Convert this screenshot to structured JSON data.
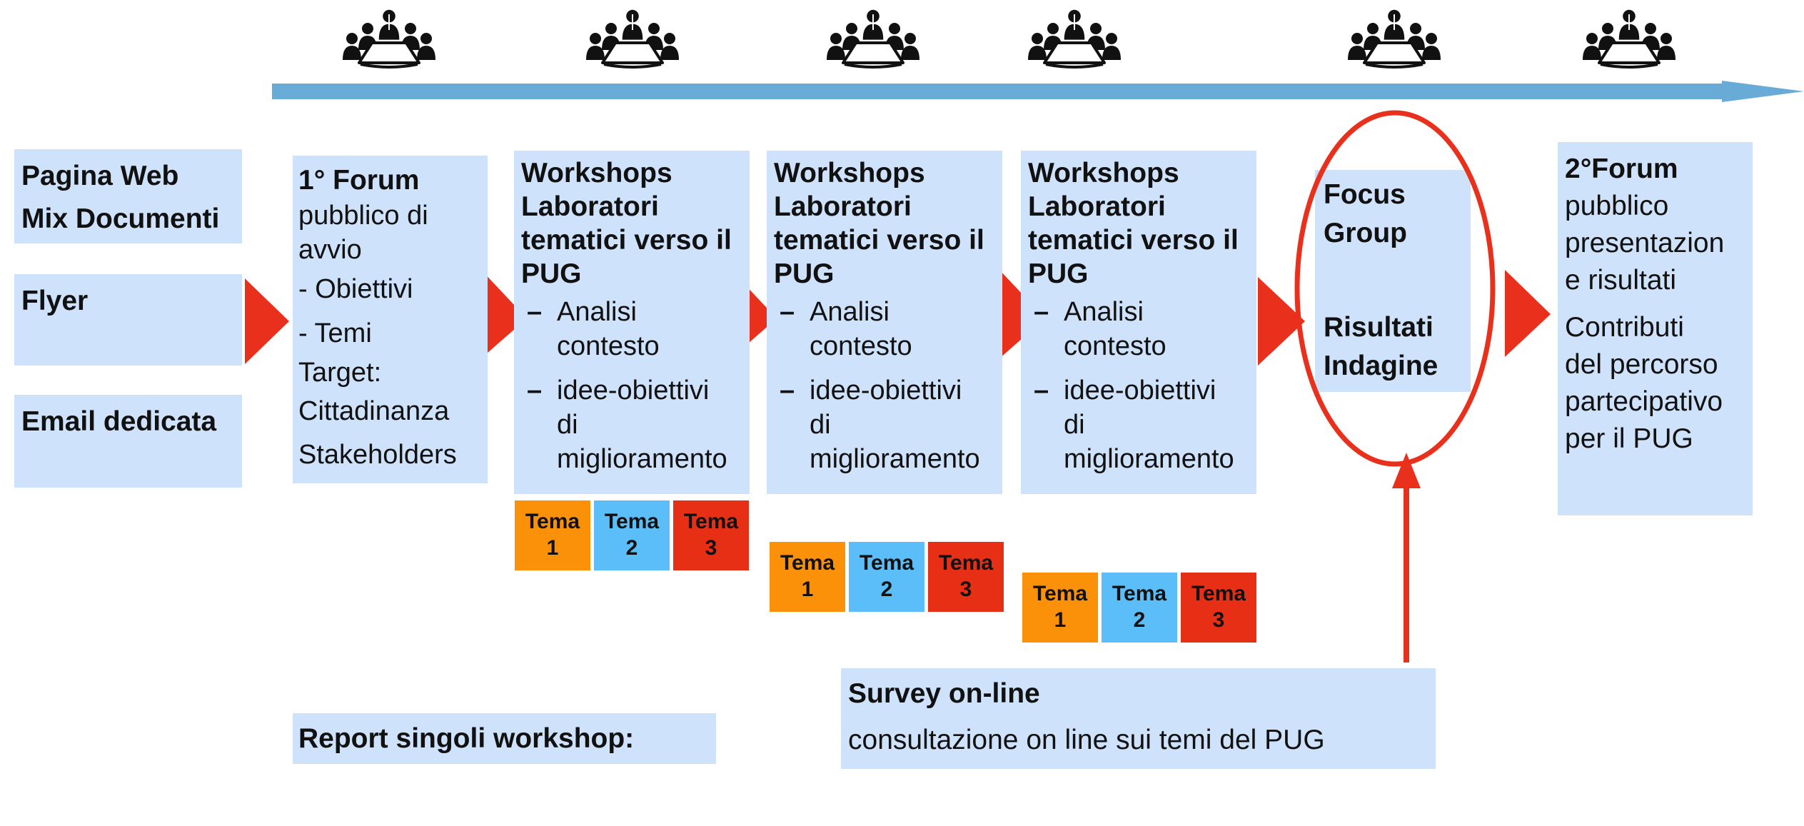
{
  "colors": {
    "box_fill": "#cfe2fb",
    "arrow_red": "#e9301c",
    "timeline_blue": "#68abd6",
    "tema_1": "#fb9009",
    "tema_2": "#5bbef8",
    "tema_3": "#e72f15"
  },
  "icons": [
    "meeting-table-icon",
    "meeting-table-icon",
    "meeting-table-icon",
    "meeting-table-icon",
    "meeting-table-icon",
    "meeting-table-icon"
  ],
  "channels": {
    "web": [
      "Pagina Web",
      "Mix Documenti"
    ],
    "flyer": "Flyer",
    "email": "Email dedicata"
  },
  "forum1": {
    "title": "1° Forum",
    "subtitle": [
      "pubblico di",
      "avvio"
    ],
    "items": [
      "- Obiettivi",
      "- Temi"
    ],
    "target_label": "Target:",
    "targets": [
      "Cittadinanza",
      "Stakeholders"
    ]
  },
  "workshop": {
    "title": [
      "Workshops",
      "Laboratori",
      "tematici verso il",
      "PUG"
    ],
    "dash": "–",
    "item1": [
      "Analisi",
      "contesto"
    ],
    "item2": [
      "idee-obiettivi",
      "di",
      "miglioramento"
    ]
  },
  "temi": [
    {
      "word": "Tema",
      "num": "1"
    },
    {
      "word": "Tema",
      "num": "2"
    },
    {
      "word": "Tema",
      "num": "3"
    }
  ],
  "focus": {
    "title": [
      "Focus",
      "Group"
    ],
    "results": [
      "Risultati",
      "Indagine"
    ]
  },
  "forum2": {
    "title": "2°Forum",
    "subtitle": [
      "pubblico",
      "presentazion",
      "e risultati"
    ],
    "contrib": [
      "Contributi",
      "del percorso",
      "partecipativo",
      "per il PUG"
    ]
  },
  "survey": {
    "title": "Survey on-line",
    "text": "consultazione on line sui temi del PUG"
  },
  "report": {
    "text": "Report singoli workshop:"
  }
}
